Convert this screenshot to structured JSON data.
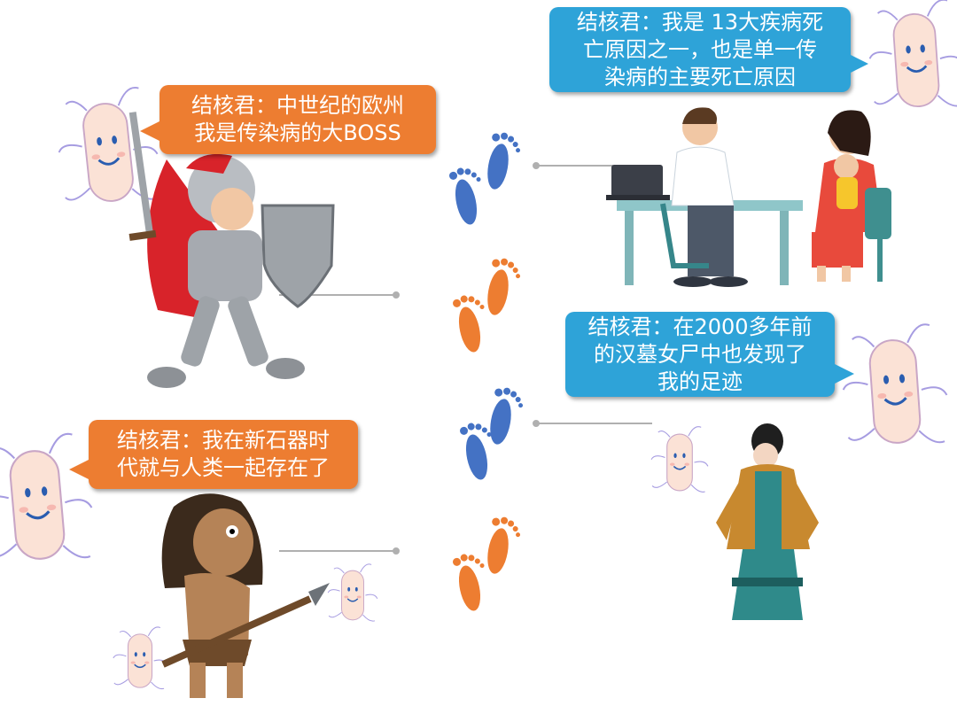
{
  "colors": {
    "orange": "#ed7d31",
    "blue": "#4472c4",
    "cyan": "#2ea3d8",
    "connector": "#b0b0b0"
  },
  "bubbles": {
    "cause_of_death": {
      "line1": "结核君：我是 13大疾病死",
      "line2": "亡原因之一，也是单一传",
      "line3": "染病的主要死亡原因"
    },
    "medieval": {
      "line1": "结核君：中世纪的欧州",
      "line2": "我是传染病的大BOSS"
    },
    "han_tomb": {
      "line1": "结核君：在2000多年前",
      "line2": "的汉墓女尸中也发现了",
      "line3": "我的足迹"
    },
    "neolithic": {
      "line1": "结核君：我在新石器时",
      "line2": "代就与人类一起存在了"
    }
  },
  "figures": {
    "doctor_scene": "doctor-patient-illustration",
    "knight": "knight-illustration",
    "han_lady": "han-dynasty-lady-illustration",
    "caveman": "caveman-illustration",
    "bacterium": "tb-bacterium-mascot-icon",
    "footprints": "footprints-icon"
  }
}
